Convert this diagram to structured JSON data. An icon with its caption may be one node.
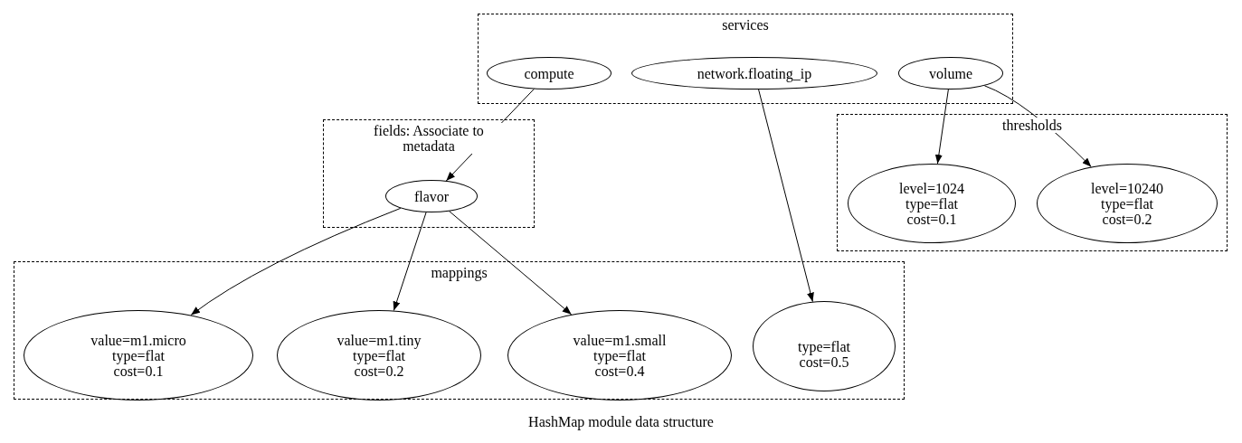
{
  "diagram": {
    "caption": "HashMap module data structure",
    "nodes": [
      {
        "text": [
          "services"
        ]
      },
      {
        "text": [
          "compute"
        ],
        "in": 0
      },
      {
        "text": [
          "network.floating_ip"
        ],
        "in": 0
      },
      {
        "text": [
          "volume"
        ],
        "in": 0
      },
      {
        "text": [
          "fields: Associate to metadata"
        ]
      },
      {
        "text": [
          "flavor"
        ],
        "in": 4
      },
      {
        "text": [
          "thresholds"
        ]
      },
      {
        "text": [
          "level=1024",
          "type=flat",
          "cost=0.1"
        ],
        "in": 6
      },
      {
        "text": [
          "level=10240",
          "type=flat",
          "cost=0.2"
        ],
        "in": 6
      },
      {
        "text": [
          "mappings"
        ]
      },
      {
        "text": [
          "value=m1.micro",
          "type=flat",
          "cost=0.1"
        ],
        "in": 9
      },
      {
        "text": [
          "value=m1.tiny",
          "type=flat",
          "cost=0.2"
        ],
        "in": 9
      },
      {
        "text": [
          "value=m1.small",
          "type=flat",
          "cost=0.4"
        ],
        "in": 9
      },
      {
        "text": [
          "type=flat",
          "cost=0.5"
        ],
        "in": 9
      }
    ],
    "edges": [
      {
        "from": 1,
        "to": 5,
        "arrow": "to"
      },
      {
        "from": 2,
        "to": 13,
        "arrow": "to"
      },
      {
        "from": 3,
        "to": 7,
        "arrow": "to"
      },
      {
        "from": 3,
        "to": 8,
        "arrow": "to"
      },
      {
        "from": 5,
        "to": 10,
        "arrow": "to"
      },
      {
        "from": 5,
        "to": 11,
        "arrow": "to"
      },
      {
        "from": 5,
        "to": 12,
        "arrow": "to"
      }
    ]
  }
}
